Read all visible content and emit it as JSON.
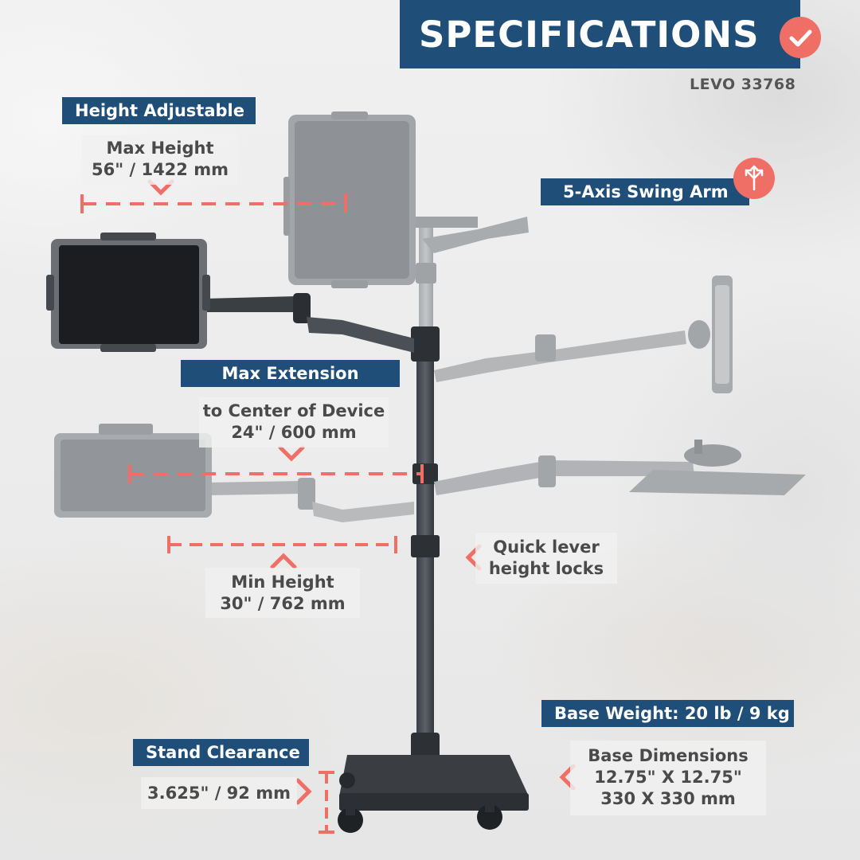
{
  "header": {
    "title": "SPECIFICATIONS",
    "check_icon": "check-circle-icon",
    "model": "LEVO 33768"
  },
  "accent_color": "#ef6f66",
  "label_color": "#1f4e79",
  "height_adjustable": {
    "label": "Height Adjustable",
    "max_height_title": "Max Height",
    "max_height_value": "56\" / 1422 mm",
    "min_height_title": "Min Height",
    "min_height_value": "30\" / 762 mm"
  },
  "swing_arm": {
    "label": "5-Axis Swing Arm",
    "icon": "split-arrows-icon"
  },
  "max_extension": {
    "label": "Max Extension",
    "line1": "to Center of Device",
    "line2": "24\" / 600 mm"
  },
  "height_locks": {
    "line1": "Quick lever",
    "line2": "height locks"
  },
  "base_weight": {
    "label": "Base Weight: 20 lb / 9 kg"
  },
  "base_dimensions": {
    "line1": "Base Dimensions",
    "line2": "12.75\" X 12.75\"",
    "line3": "330 X 330 mm"
  },
  "stand_clearance": {
    "label": "Stand Clearance",
    "value": "3.625\" / 92 mm"
  }
}
